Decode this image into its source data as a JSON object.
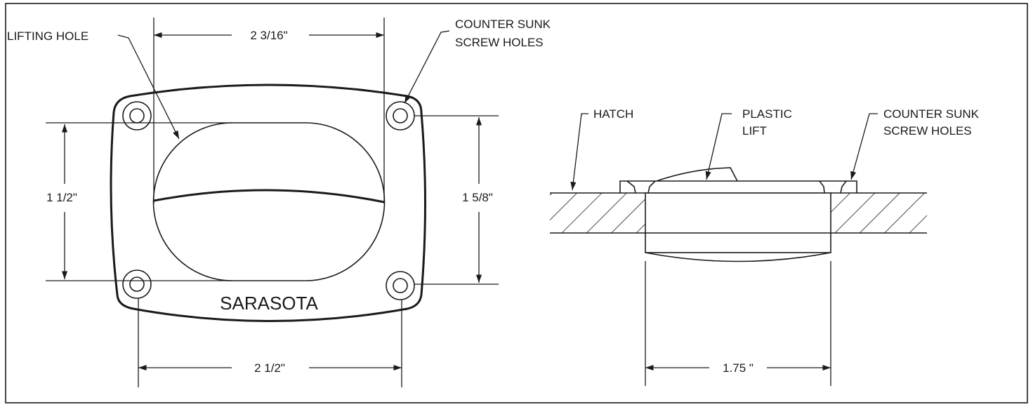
{
  "top_view": {
    "brand": "SARASOTA",
    "lifting_hole_label": "LIFTING HOLE",
    "screw_label_line1": "COUNTER SUNK",
    "screw_label_line2": "SCREW HOLES",
    "dim_top": "2 3/16\"",
    "dim_left": "1 1/2\"",
    "dim_right": "1 5/8\"",
    "dim_bottom": "2 1/2\""
  },
  "side_view": {
    "hatch_label": "HATCH",
    "lift_label_line1": "PLASTIC",
    "lift_label_line2": "LIFT",
    "screw_label_line1": "COUNTER SUNK",
    "screw_label_line2": "SCREW HOLES",
    "dim_bottom": "1.75 \""
  }
}
